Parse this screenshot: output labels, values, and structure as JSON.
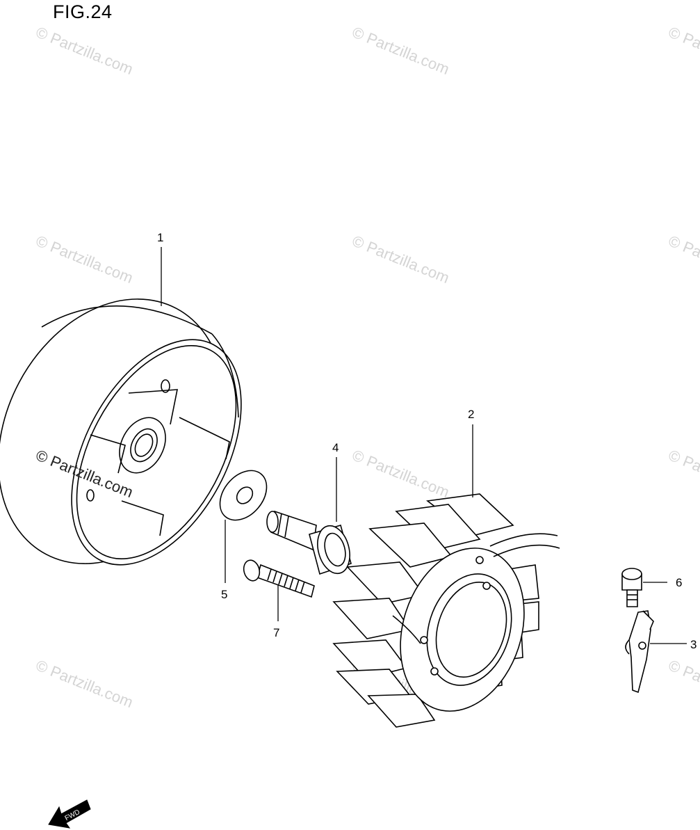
{
  "figure": {
    "title": "FIG.24",
    "direction_label": "FWD"
  },
  "watermark": {
    "text": "© Partzilla.com"
  },
  "callouts": [
    {
      "number": "1",
      "part": "flywheel rotor"
    },
    {
      "number": "2",
      "part": "stator coil"
    },
    {
      "number": "3",
      "part": "clamp"
    },
    {
      "number": "4",
      "part": "starter clutch spacer"
    },
    {
      "number": "5",
      "part": "washer"
    },
    {
      "number": "6",
      "part": "bolt"
    },
    {
      "number": "7",
      "part": "bolt"
    }
  ],
  "colors": {
    "line": "#000000",
    "watermark": "#d4d4d4",
    "background": "#ffffff"
  }
}
